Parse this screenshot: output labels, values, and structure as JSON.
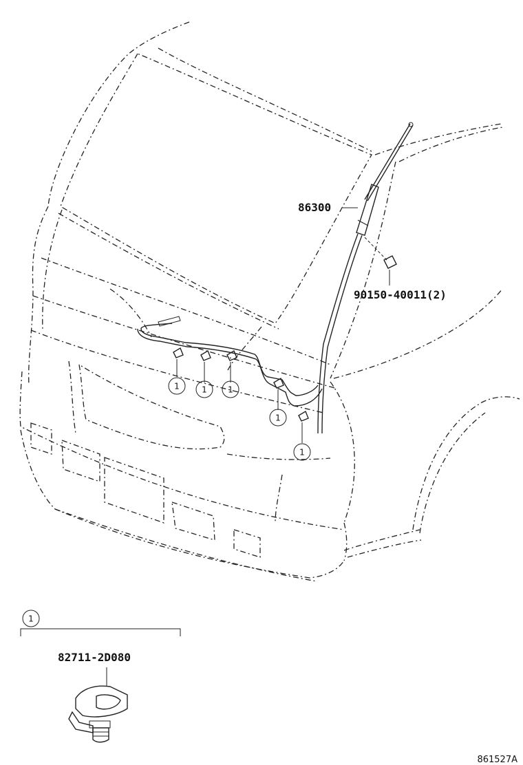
{
  "labels": {
    "antenna_part": "86300",
    "screw_part": "90150-40011(2)",
    "clamp_ref": "1",
    "clamp_part": "82711-2D080",
    "diagram_code": "861527A"
  },
  "colors": {
    "line": "#222222",
    "background": "#ffffff"
  }
}
